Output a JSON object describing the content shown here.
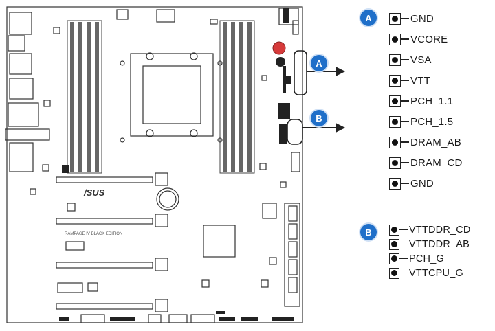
{
  "board": {
    "brand": "/SUS",
    "model": "RAMPAGE IV BLACK EDITION"
  },
  "callout_a": {
    "badge": "A",
    "pins": [
      "GND",
      "VCORE",
      "VSA",
      "VTT",
      "PCH_1.1",
      "PCH_1.5",
      "DRAM_AB",
      "DRAM_CD",
      "GND"
    ]
  },
  "callout_b": {
    "badge": "B",
    "pins": [
      "VTTDDR_CD",
      "VTTDDR_AB",
      "PCH_G",
      "VTTCPU_G"
    ]
  },
  "colors": {
    "badge_blue": "#1f6fc9",
    "button_red": "#d63a3a",
    "line": "#333333"
  }
}
